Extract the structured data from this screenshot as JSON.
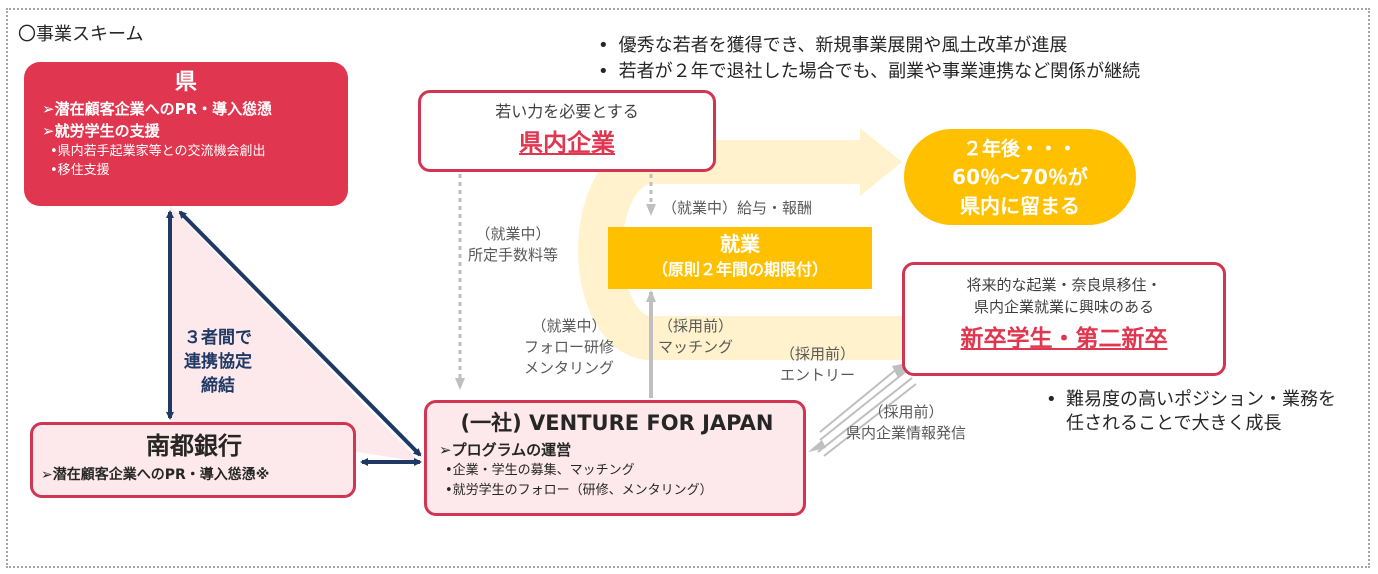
{
  "section_title": "〇事業スキーム",
  "notes": [
    "優秀な若者を獲得でき、新規事業展開や風土改革が進展",
    "若者が２年で退社した場合でも、副業や事業連携など関係が継続"
  ],
  "ken": {
    "title": "県",
    "lines": [
      "➢潜在顧客企業へのPR・導入慫慂",
      "➢就労学生の支援"
    ],
    "subs": [
      "•県内若手起業家等との交流機会創出",
      "•移住支援"
    ]
  },
  "nanto": {
    "title": "南都銀行",
    "line": "➢潜在顧客企業へのPR・導入慫慂※"
  },
  "vfj": {
    "title": "(一社) VENTURE FOR JAPAN",
    "line": "➢プログラムの運営",
    "subs": [
      "•企業・学生の募集、マッチング",
      "•就労学生のフォロー（研修、メンタリング）"
    ]
  },
  "company": {
    "subtitle": "若い力を必要とする",
    "title": "県内企業"
  },
  "shugyo": {
    "title": "就業",
    "subtitle": "（原則２年間の期限付）"
  },
  "result": {
    "line1": "２年後・・・",
    "line2": "60％～70％が",
    "line3": "県内に留まる"
  },
  "student": {
    "subtitle1": "将来的な起業・奈良県移住・",
    "subtitle2": "県内企業就業に興味のある",
    "title": "新卒学生・第二新卒"
  },
  "agreement": {
    "line1": "３者間で",
    "line2": "連携協定",
    "line3": "締結"
  },
  "labels": {
    "fee": {
      "line1": "（就業中）",
      "line2": "所定手数料等"
    },
    "salary": "（就業中）給与・報酬",
    "follow": {
      "line1": "（就業中）",
      "line2": "フォロー研修",
      "line3": "メンタリング"
    },
    "matching": {
      "line1": "（採用前）",
      "line2": "マッチング"
    },
    "entry": {
      "line1": "（採用前）",
      "line2": "エントリー"
    },
    "info": {
      "line1": "（採用前）",
      "line2": "県内企業情報発信"
    }
  },
  "growth": {
    "line1": "難易度の高いポジション・業務を",
    "line2": "任されることで大きく成長"
  },
  "colors": {
    "red": "#e0364f",
    "red_border": "#d13552",
    "pink_fill": "#fde9ec",
    "gold": "#ffc000",
    "cream_arrow": "#fff2cc",
    "navy": "#1f3864",
    "gray_arrow": "#bfbfbf"
  }
}
